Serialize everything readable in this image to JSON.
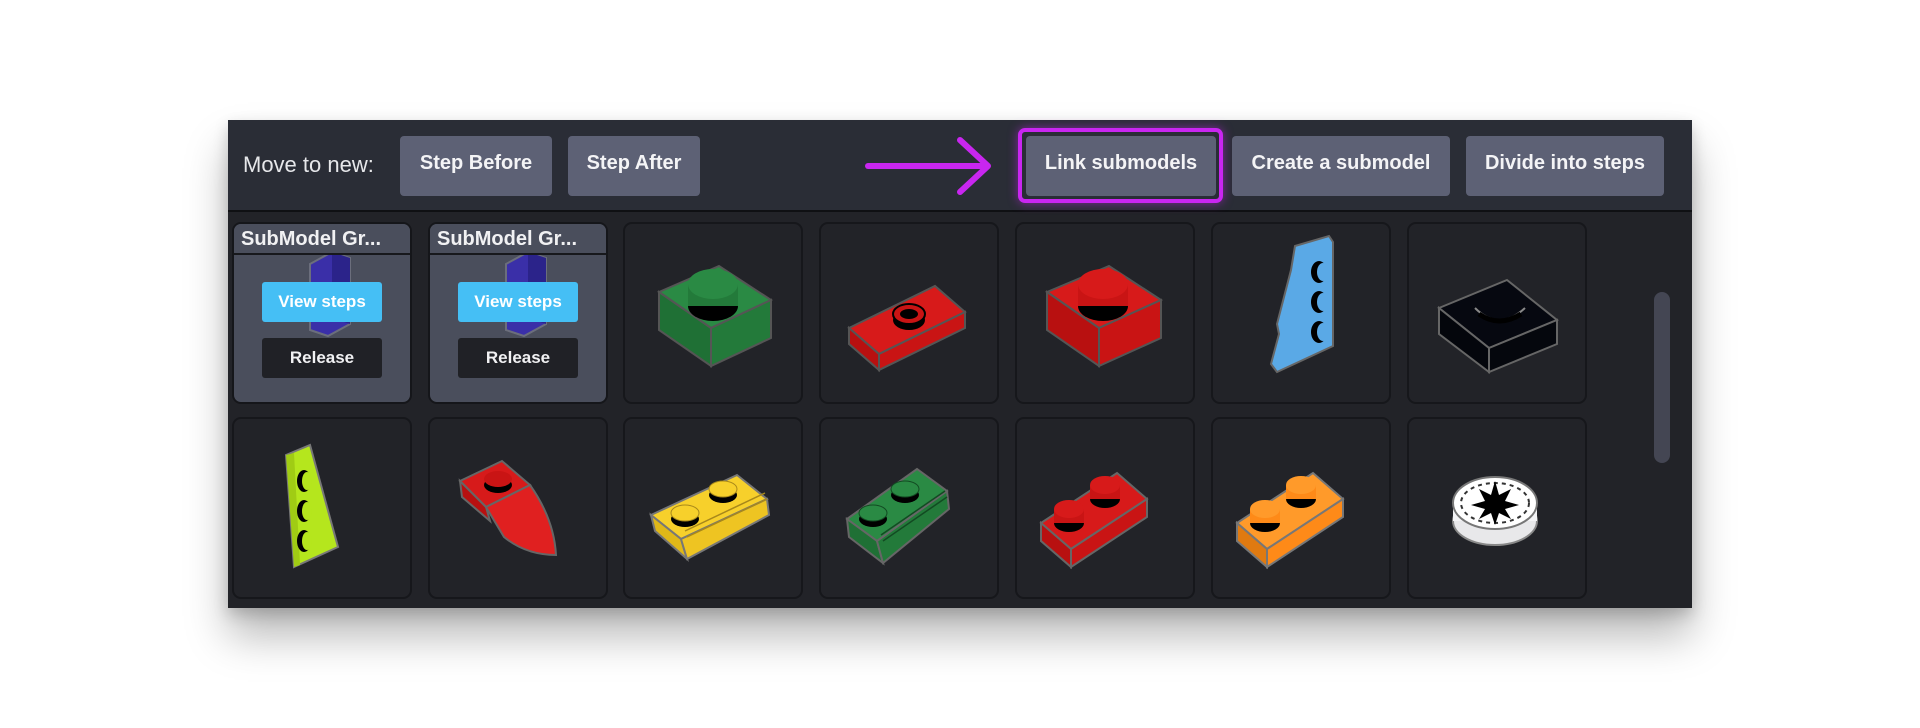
{
  "toolbar": {
    "move_label": "Move to new:",
    "step_before": "Step Before",
    "step_after": "Step After",
    "link_submodels": "Link submodels",
    "create_submodel": "Create a submodel",
    "divide_steps": "Divide into steps",
    "highlight_color": "#c926f0",
    "highlighted_button": "Link submodels"
  },
  "grid": {
    "submodels": [
      {
        "title": "SubModel Gr...",
        "view_label": "View steps",
        "release_label": "Release",
        "color": "#3a2fa8"
      },
      {
        "title": "SubModel Gr...",
        "view_label": "View steps",
        "release_label": "Release",
        "color": "#3a2fa8"
      }
    ],
    "parts": [
      {
        "icon": "plate-1x1-icon",
        "color": "#237a3a",
        "row": 1
      },
      {
        "icon": "plate-1x2-jumper-icon",
        "color": "#d01515",
        "row": 1
      },
      {
        "icon": "plate-1x1-icon",
        "color": "#d01515",
        "row": 1
      },
      {
        "icon": "wedge-plate-icon",
        "color": "#5aa9e6",
        "row": 1
      },
      {
        "icon": "plate-1x1-icon",
        "color": "#05070d",
        "row": 1
      },
      {
        "icon": "wedge-plate-icon",
        "color": "#b5e61d",
        "row": 2
      },
      {
        "icon": "plate-nose-icon",
        "color": "#d01515",
        "row": 2
      },
      {
        "icon": "plate-1x2-rail-icon",
        "color": "#f7d02b",
        "row": 2
      },
      {
        "icon": "plate-1x2-rail-icon",
        "color": "#237a3a",
        "row": 2
      },
      {
        "icon": "plate-1x2-icon",
        "color": "#d01515",
        "row": 2
      },
      {
        "icon": "plate-1x2-icon",
        "color": "#fe8a18",
        "row": 2
      },
      {
        "icon": "round-tile-imperial-icon",
        "color": "#ffffff",
        "row": 2
      }
    ]
  },
  "colors": {
    "header_bg": "#2a2d36",
    "body_bg": "#222328",
    "button_bg": "#5d6175",
    "view_steps_bg": "#45bff5",
    "release_bg": "#202126",
    "submodel_card_bg": "#4a4e5c"
  }
}
